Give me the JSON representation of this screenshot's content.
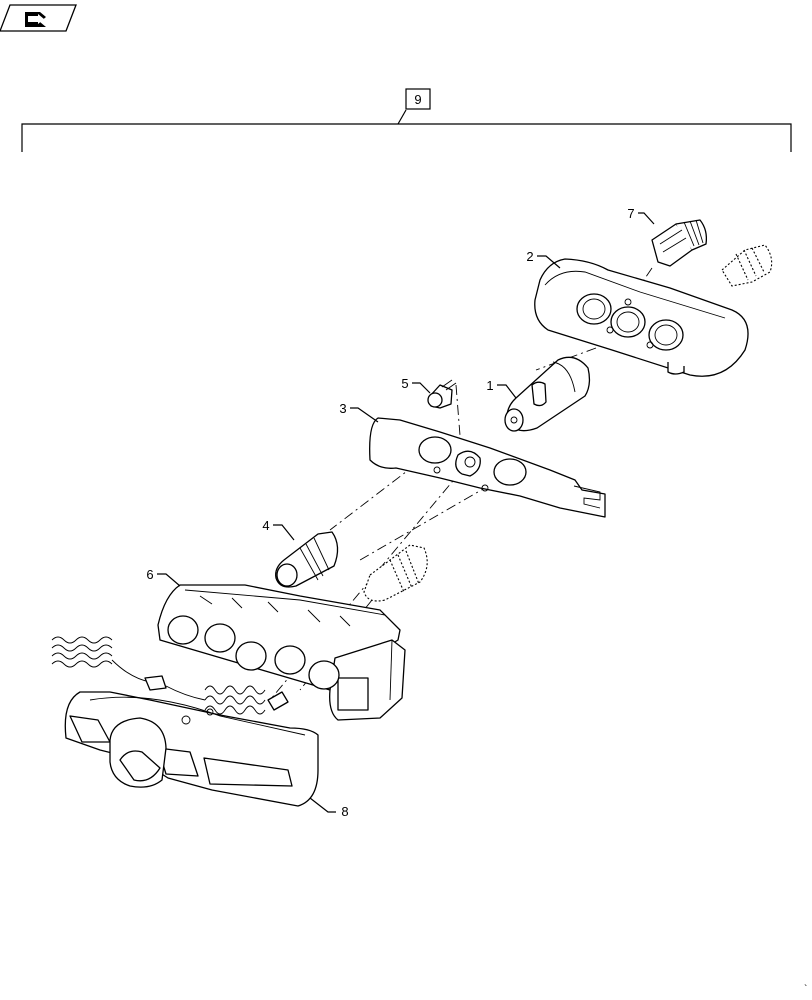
{
  "badge": {
    "icon": "book-arrow-icon"
  },
  "assembly_callout": "9",
  "callouts": {
    "c1": "1",
    "c2": "2",
    "c3": "3",
    "c4": "4",
    "c5": "5",
    "c6": "6",
    "c7": "7",
    "c8": "8"
  }
}
